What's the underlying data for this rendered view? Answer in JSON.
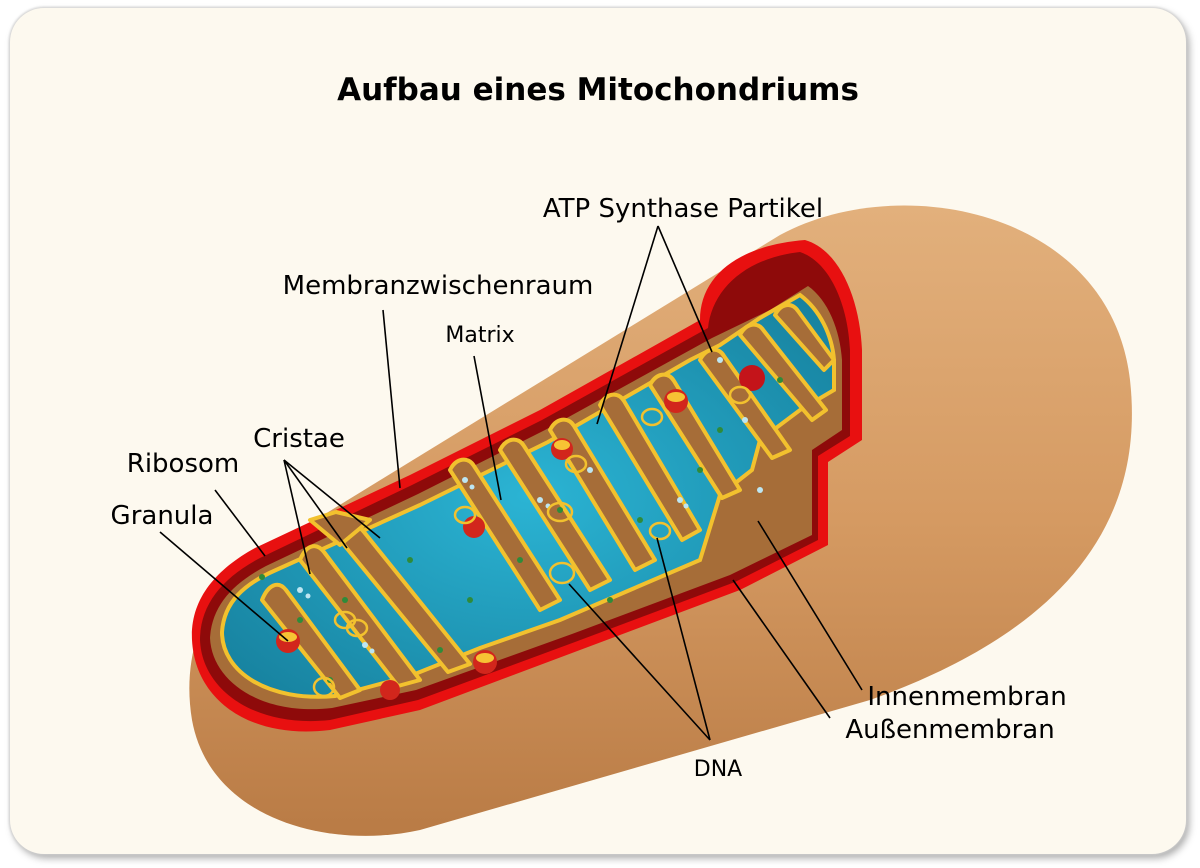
{
  "title": "Aufbau eines Mitochondriums",
  "labels": {
    "atp": "ATP Synthase Partikel",
    "membranzwischenraum": "Membranzwischenraum",
    "matrix": "Matrix",
    "cristae": "Cristae",
    "ribosom": "Ribosom",
    "granula": "Granula",
    "innenmembran": "Innenmembran",
    "aussenmembran": "Außenmembran",
    "dna": "DNA"
  },
  "colors": {
    "outer_body": "#d49a64",
    "outer_membrane": "#e81010",
    "intermembrane": "#8e0a0a",
    "inner_wall": "#a66d38",
    "matrix": "#1b9ab8",
    "inner_membrane": "#f2c12e"
  }
}
